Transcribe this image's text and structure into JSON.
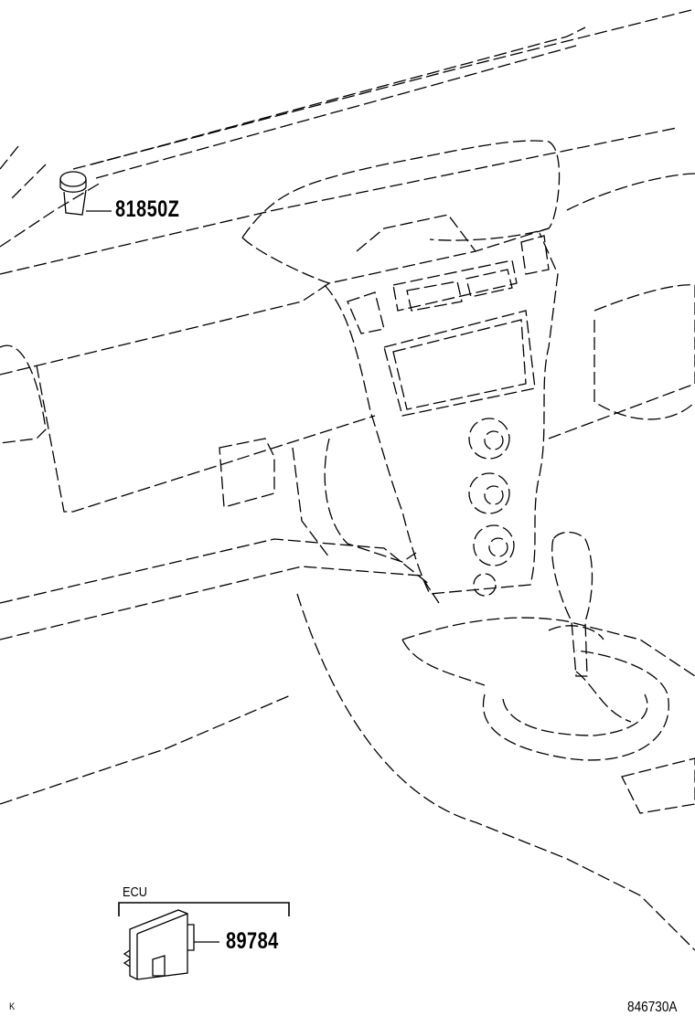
{
  "parts": [
    {
      "number": "81850Z"
    },
    {
      "number": "89784",
      "group": "ECU"
    }
  ],
  "footer": {
    "corner_mark": "K",
    "illustration_id": "846730A"
  }
}
